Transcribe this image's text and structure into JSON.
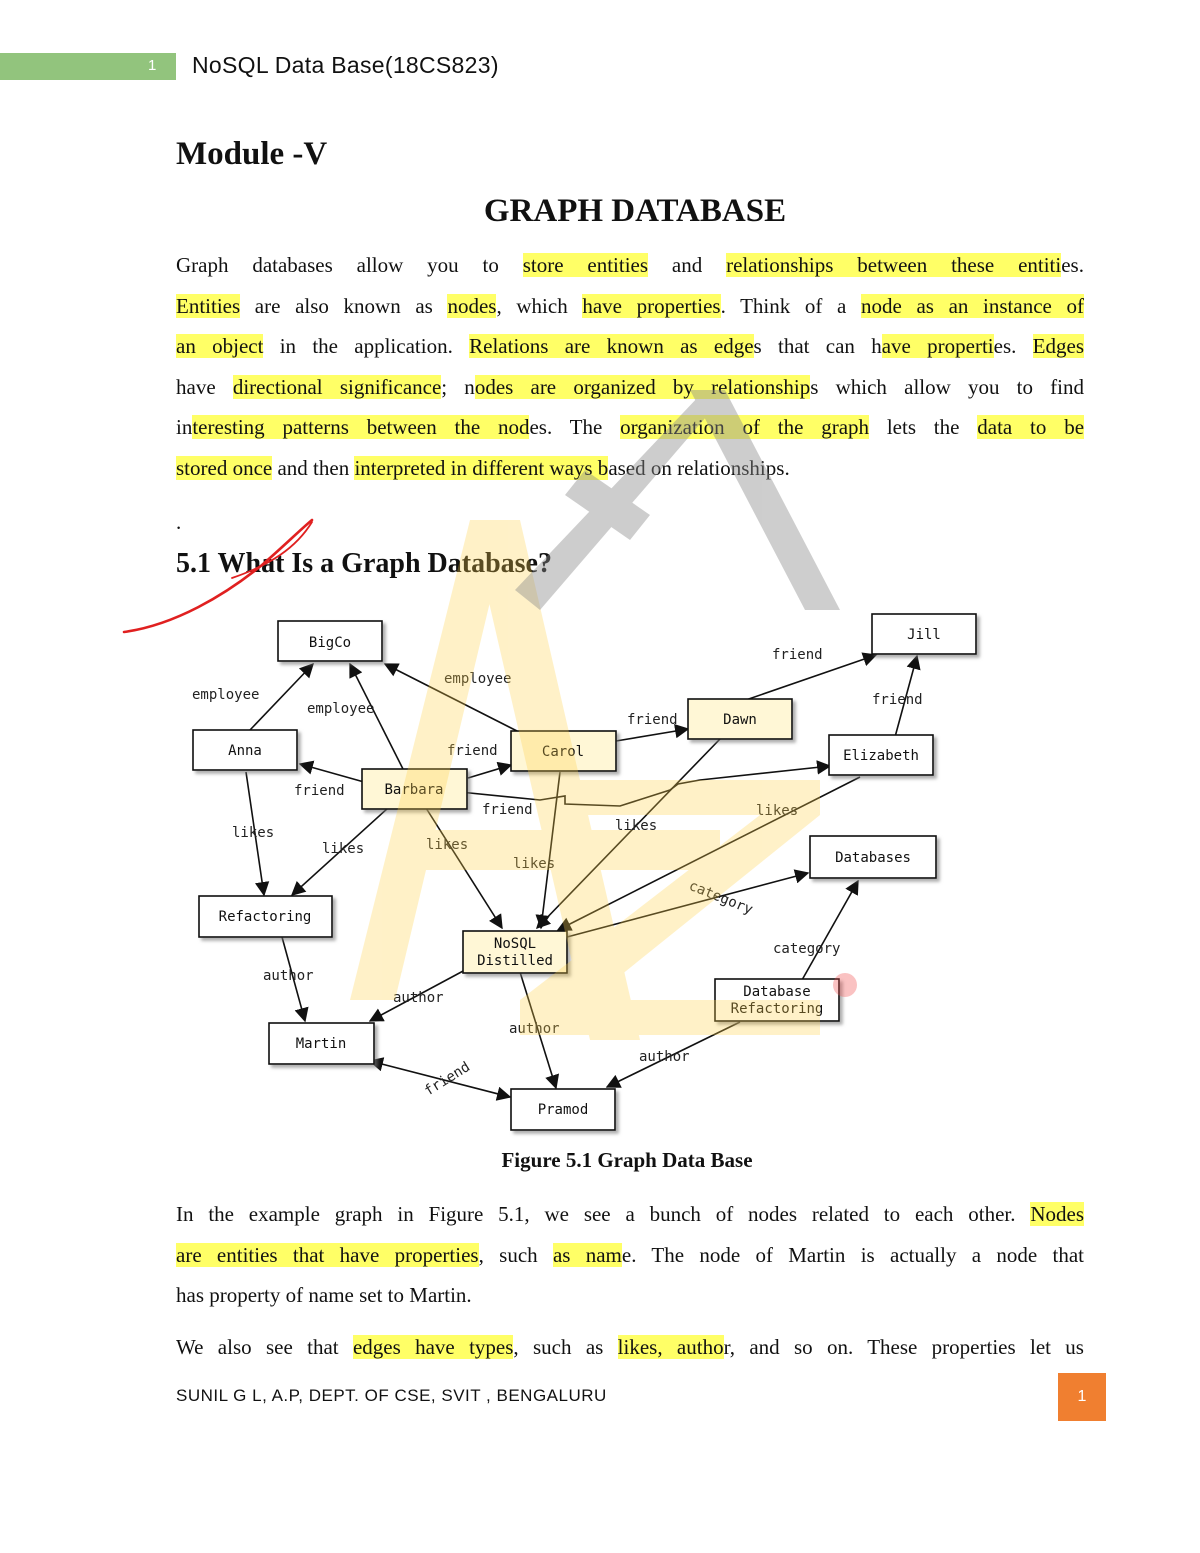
{
  "header": {
    "page_number": "1",
    "title": "NoSQL  Data Base(18CS823)"
  },
  "module_title": "Module -V",
  "main_title": "GRAPH DATABASE",
  "section_heading": "5.1 What Is a Graph Database?",
  "figure_caption": "Figure 5.1 Graph Data Base",
  "footer": {
    "author_line": "SUNIL G L, A.P, DEPT. OF CSE, SVIT , BENGALURU",
    "page_number": "1"
  },
  "diagram": {
    "nodes": {
      "bigco": "BigCo",
      "jill": "Jill",
      "anna": "Anna",
      "carol": "Carol",
      "dawn": "Dawn",
      "barbara": "Barbara",
      "elizabeth": "Elizabeth",
      "databases": "Databases",
      "refactoring": "Refactoring",
      "nosql_l1": "NoSQL",
      "nosql_l2": "Distilled",
      "dbref_l1": "Database",
      "dbref_l2": "Refactoring",
      "martin": "Martin",
      "pramod": "Pramod"
    },
    "edges": {
      "anna_bigco": "employee",
      "barbara_bigco": "employee",
      "carol_bigco": "employee",
      "dawn_jill": "friend",
      "carol_dawn": "friend",
      "elizabeth_jill": "friend",
      "barbara_carol": "friend",
      "barbara_anna": "friend",
      "barbara_elizabeth": "friend",
      "anna_refactoring": "likes",
      "barbara_refactoring": "likes",
      "barbara_nosql": "likes",
      "carol_nosql": "likes",
      "dawn_nosql": "likes",
      "elizabeth_nosql": "likes",
      "nosql_databases": "category",
      "dbref_databases": "category",
      "refactoring_martin": "author",
      "nosql_martin": "author",
      "nosql_pramod": "author",
      "dbref_pramod": "author",
      "martin_pramod": "friend"
    }
  }
}
